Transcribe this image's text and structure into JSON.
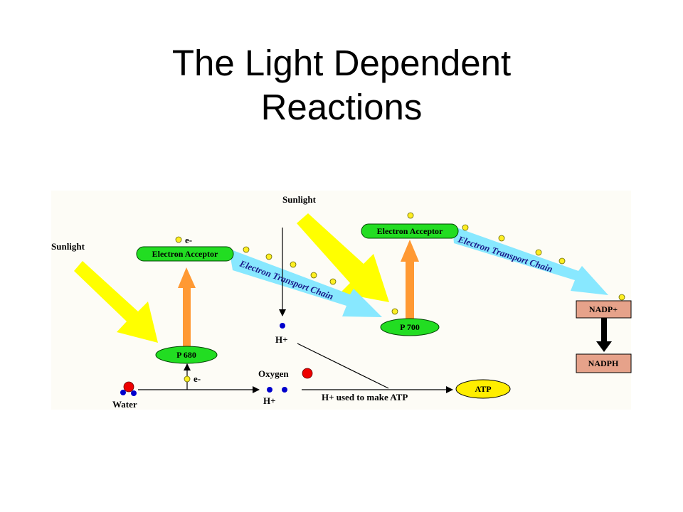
{
  "title": {
    "line1": "The Light Dependent",
    "line2": "Reactions"
  },
  "diagram": {
    "sunlight": "Sunlight",
    "electron_acceptor": "Electron Acceptor",
    "electron_transport_chain": "Electron Transport Chain",
    "electron": "e-",
    "p680": "P 680",
    "p700": "P 700",
    "water": "Water",
    "oxygen": "Oxygen",
    "hydrogen_ion": "H+",
    "h_used": "H+ used to make ATP",
    "atp": "ATP",
    "nadp": "NADP+",
    "nadph": "NADPH"
  },
  "colors": {
    "panel_bg": "#fdfcf6",
    "green_node": "#22dd22",
    "orange_arrow": "#ff9933",
    "sunlight_arrow": "#ffff00",
    "etc_arrow": "#88e8ff",
    "nadp_box": "#e6a28a",
    "atp_oval": "#ffee00",
    "electron_dot": "#ffee22",
    "hydrogen_dot": "#0000cc",
    "oxygen_dot": "#ee0000"
  }
}
